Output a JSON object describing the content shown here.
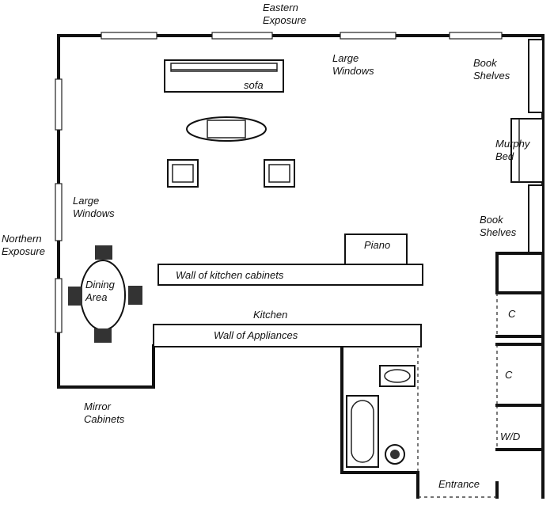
{
  "title": "Apartment floor plan",
  "labels": {
    "eastern_1": "Eastern",
    "eastern_2": "Exposure",
    "northern_1": "Northern",
    "northern_2": "Exposure",
    "large_windows_top_1": "Large",
    "large_windows_top_2": "Windows",
    "large_windows_left_1": "Large",
    "large_windows_left_2": "Windows",
    "sofa": "sofa",
    "book_shelves_top_1": "Book",
    "book_shelves_top_2": "Shelves",
    "murphy_bed_1": "Murphy",
    "murphy_bed_2": "Bed",
    "book_shelves_bottom_1": "Book",
    "book_shelves_bottom_2": "Shelves",
    "piano": "Piano",
    "dining_1": "Dining",
    "dining_2": "Area",
    "kitchen_cabinets": "Wall of kitchen cabinets",
    "kitchen": "Kitchen",
    "appliances": "Wall of Appliances",
    "closet_1": "C",
    "closet_2": "C",
    "washer_dryer": "W/D",
    "mirror_1": "Mirror",
    "mirror_2": "Cabinets",
    "entrance": "Entrance"
  }
}
